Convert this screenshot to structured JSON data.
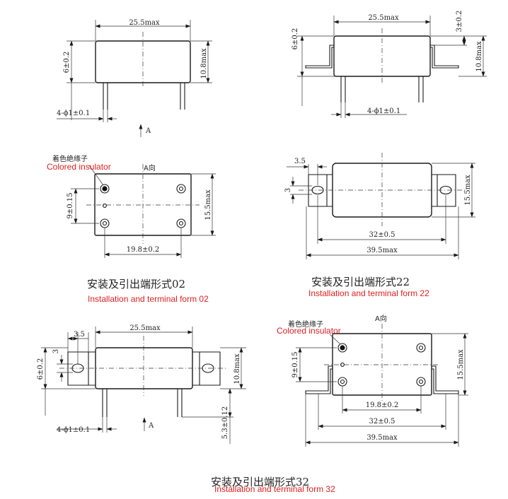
{
  "colors": {
    "ink": "#1a1a1a",
    "annotation": "#e02020"
  },
  "form02": {
    "side": {
      "width": "25.5max",
      "height": "6±0.2",
      "height_max": "10.8max",
      "pins": "4-ϕ1±0.1",
      "view_arrow": "A"
    },
    "top": {
      "view_label": "A向",
      "insulator_zh": "着色绝缘子",
      "insulator_en": "Colored insulator",
      "pin_pitch_v": "9±0.15",
      "height": "15.5max",
      "pin_pitch_h": "19.8±0.2"
    },
    "caption_zh": "安装及引出端形式02",
    "caption_en": "Installation and terminal form 02"
  },
  "form22": {
    "side": {
      "width": "25.5max",
      "height": "6±0.2",
      "flange": "3±0.2",
      "height_max": "10.8max",
      "pins": "4-ϕ1±0.1"
    },
    "top": {
      "tab": "3.5",
      "hole": "3",
      "height": "15.5max",
      "hole_pitch": "32±0.5",
      "overall": "39.5max"
    },
    "caption_zh": "安装及引出端形式22",
    "caption_en": "Installation and terminal form 22"
  },
  "form32": {
    "side": {
      "tab": "3.5",
      "width": "25.5max",
      "hole": "3",
      "height": "6±0.2",
      "height_max": "10.8max",
      "pins": "4-ϕ1±0.1",
      "pin_len": "5.3±0.12",
      "view_arrow": "A"
    },
    "top": {
      "view_label": "A向",
      "insulator_zh": "着色绝缘子",
      "insulator_en": "Colored insulator",
      "pin_pitch_v": "9±0.15",
      "height": "15.5max",
      "pin_pitch_h": "19.8±0.2",
      "hole_pitch": "32±0.5",
      "overall": "39.5max"
    },
    "caption_zh": "安装及引出端形式32",
    "caption_en": "Installation and terminal form 32"
  }
}
